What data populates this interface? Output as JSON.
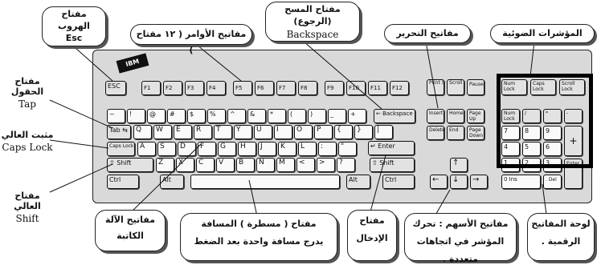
{
  "callouts": {
    "esc": {
      "title": "مفتاح الهروب",
      "sub": "Esc"
    },
    "function_keys": {
      "title": "مفاتيح الأوامر ( ١٢ مفتاح )"
    },
    "backspace": {
      "title": "مفتاح المسح (الرجوع)",
      "sub": "Backspace"
    },
    "editing": {
      "title": "مفاتيح التحرير"
    },
    "indicators": {
      "title": "المؤشرات الضوئية"
    },
    "tab": {
      "title": "مفتاح الحقول",
      "sub": "Tap"
    },
    "caps": {
      "title": "مثبت العالي",
      "sub": "Caps Lock"
    },
    "shift": {
      "title": "مفتاح العالي",
      "sub": "Shift"
    },
    "typewriter": {
      "title": "مفاتيح الآلة",
      "line2": "الكاتبة"
    },
    "space": {
      "title": "مفتاح ( مسطرة ) المسافة",
      "line2": "يدرج مسافة واحدة بعد الضغط"
    },
    "enter": {
      "title": "مفتاح",
      "line2": "الإدخال"
    },
    "arrows": {
      "title": "مفاتيح الأسهم : تحرك",
      "line2": "المؤشر في اتجاهات متعددة ."
    },
    "numpad": {
      "title": "لوحة المفاتيح",
      "line2": "الرقمية ."
    }
  },
  "keyboard": {
    "logo": "IBM",
    "esc": "ESC",
    "f_keys": [
      "F1",
      "F2",
      "F3",
      "F4",
      "F5",
      "F6",
      "F7",
      "F8",
      "F9",
      "F10",
      "F11",
      "F12"
    ],
    "row1": [
      "~",
      "!",
      "@",
      "#",
      "$",
      "%",
      "^",
      "&",
      "*",
      "(",
      ")",
      "_",
      "+"
    ],
    "backspace": "Backspace",
    "tab": "Tab",
    "row2": [
      "Q",
      "W",
      "E",
      "R",
      "T",
      "Y",
      "U",
      "I",
      "O",
      "P",
      "{",
      "}",
      "|"
    ],
    "caps": "Caps Lock",
    "row3": [
      "A",
      "S",
      "D",
      "F",
      "G",
      "H",
      "J",
      "K",
      "L",
      ":",
      "\""
    ],
    "enter": "Enter",
    "shift_left": "Shift",
    "row4": [
      "Z",
      "X",
      "C",
      "V",
      "B",
      "N",
      "M",
      "<",
      ">",
      "?"
    ],
    "shift_right": "Shift",
    "ctrl_left": "Ctrl",
    "alt_left": "Alt",
    "alt_right": "Alt",
    "ctrl_right": "Ctrl",
    "print_screen": "Print Screen",
    "scroll_lock": "Scroll Lock",
    "pause": "Pause",
    "edit_top": [
      "Insert",
      "Home",
      "Page Up"
    ],
    "edit_bottom": [
      "Delete",
      "End",
      "Page Down"
    ],
    "indicator_labels": [
      "Num Lock",
      "Caps Lock",
      "Scroll Lock"
    ],
    "numpad_top": [
      "Num Lock",
      "/",
      "*",
      "-"
    ],
    "numpad_rows": [
      [
        "7",
        "8",
        "9"
      ],
      [
        "4",
        "5",
        "6"
      ],
      [
        "1",
        "2",
        "3"
      ]
    ],
    "numpad_plus": "+",
    "numpad_zero": "0 Ins",
    "numpad_dot": ". Del",
    "numpad_enter": "Enter"
  }
}
